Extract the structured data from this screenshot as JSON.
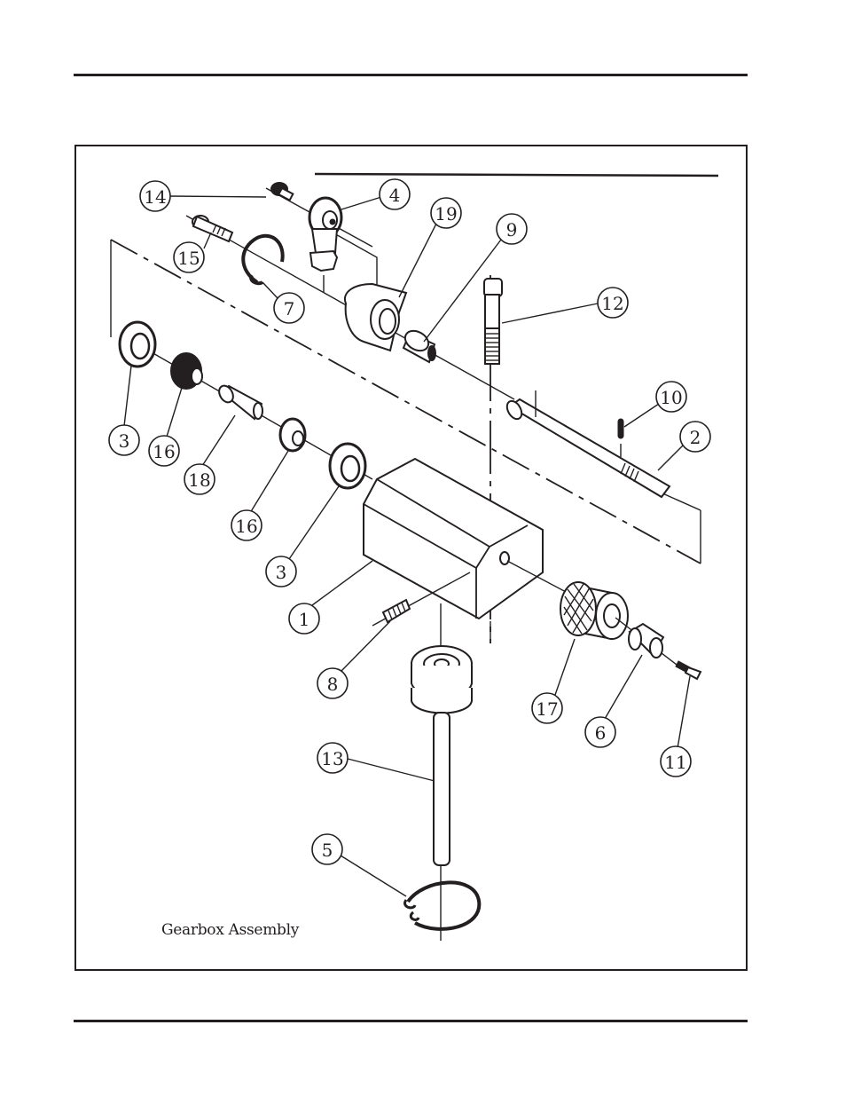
{
  "page": {
    "caption": "Gearbox Assembly"
  },
  "diagram": {
    "title": "Gearbox Assembly",
    "callouts": [
      {
        "id": "c14",
        "label": "14"
      },
      {
        "id": "c4",
        "label": "4"
      },
      {
        "id": "c19",
        "label": "19"
      },
      {
        "id": "c9",
        "label": "9"
      },
      {
        "id": "c15",
        "label": "15"
      },
      {
        "id": "c7",
        "label": "7"
      },
      {
        "id": "c12",
        "label": "12"
      },
      {
        "id": "c10",
        "label": "10"
      },
      {
        "id": "c2",
        "label": "2"
      },
      {
        "id": "c3a",
        "label": "3"
      },
      {
        "id": "c16a",
        "label": "16"
      },
      {
        "id": "c18",
        "label": "18"
      },
      {
        "id": "c16b",
        "label": "16"
      },
      {
        "id": "c3b",
        "label": "3"
      },
      {
        "id": "c1",
        "label": "1"
      },
      {
        "id": "c8",
        "label": "8"
      },
      {
        "id": "c17",
        "label": "17"
      },
      {
        "id": "c6",
        "label": "6"
      },
      {
        "id": "c11",
        "label": "11"
      },
      {
        "id": "c13",
        "label": "13"
      },
      {
        "id": "c5",
        "label": "5"
      }
    ]
  }
}
